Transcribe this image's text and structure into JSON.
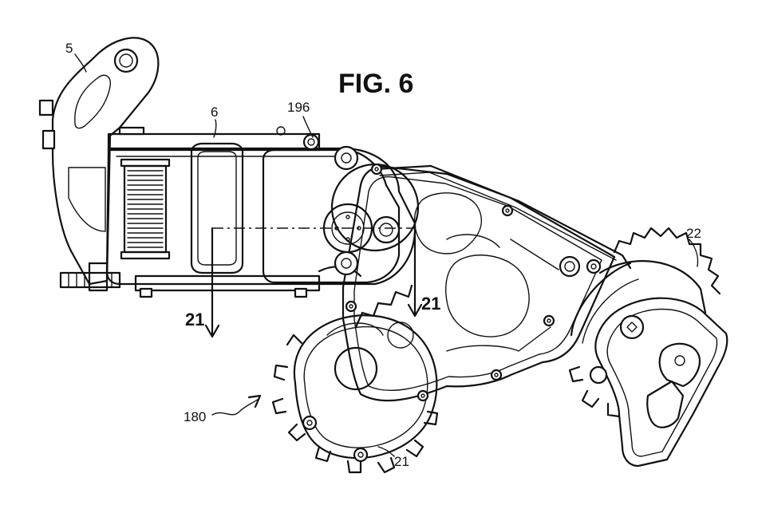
{
  "figure": {
    "title": "FIG. 6",
    "reference_numerals": {
      "n5": "5",
      "n6": "6",
      "n196": "196",
      "n22": "22",
      "n180": "180",
      "n21_gear": "21"
    },
    "section_markers": {
      "left": "21",
      "right": "21"
    }
  }
}
